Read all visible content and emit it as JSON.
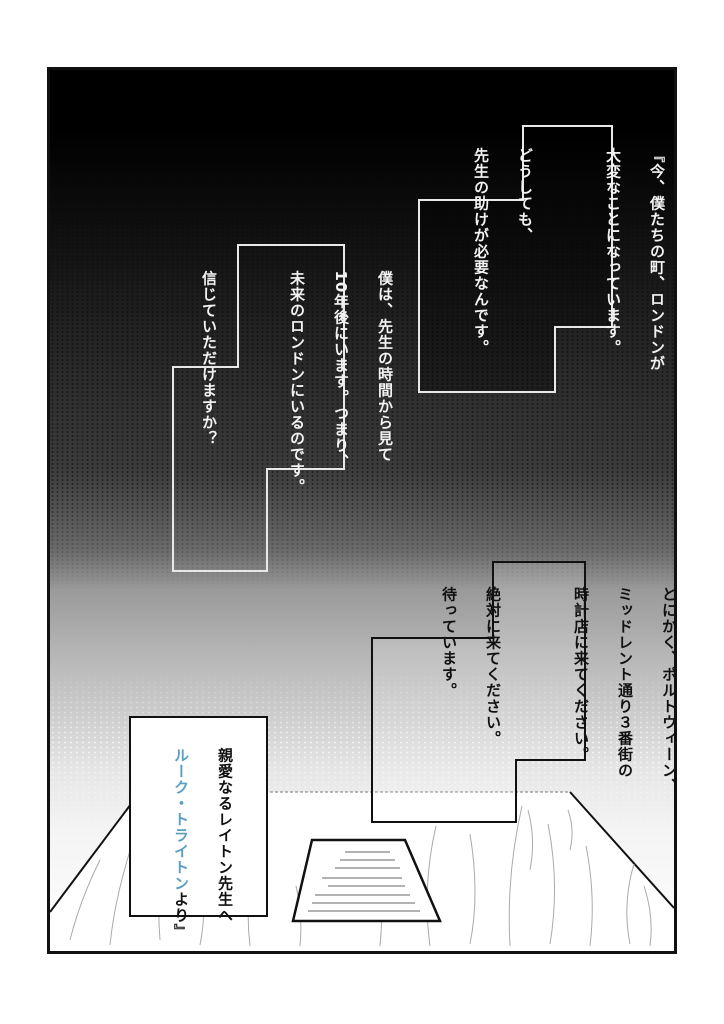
{
  "page": {
    "style": "manga-page",
    "colors": {
      "frame": "#111111",
      "bubble_light": "#f0f0f0",
      "bubble_dark": "#111111",
      "signature_accent": "#5a9ec0"
    }
  },
  "caption_1": {
    "lines": [
      "『今、僕たちの町、ロンドンが",
      "大変なことになっています。",
      "",
      "どうしても、",
      "先生の助けが必要なんです。"
    ]
  },
  "caption_2": {
    "lines": [
      "僕は、先生の時間から見て",
      "10年後にいます。つまり、",
      "未来のロンドンにいるのです。",
      "",
      "信じていただけますか？"
    ]
  },
  "caption_3": {
    "lines": [
      "とにかく、ポルトウィーン、",
      "ミッドレント通り３番街の",
      "時計店に来てください。",
      "",
      "絶対に来てください。",
      "待っています。"
    ]
  },
  "caption_4": {
    "salutation": "親愛なるレイトン先生へ",
    "signature_name": "ルーク・トライトン",
    "signature_suffix": "より』"
  },
  "letter": {
    "description": "handwritten letter on wooden table"
  }
}
